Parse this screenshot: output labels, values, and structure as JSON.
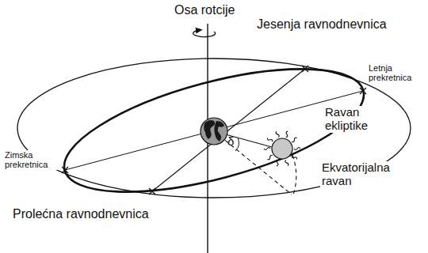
{
  "diagram": {
    "labels": [
      "Osa rotcije",
      "Jesenja ravnodnevnica",
      "Letnja prekretnica",
      "Ravan ekliptike",
      "Zimska prekretnica",
      "Ekvatorijalna ravan",
      "Prolećna ravnodnevnica",
      "δ"
    ]
  }
}
